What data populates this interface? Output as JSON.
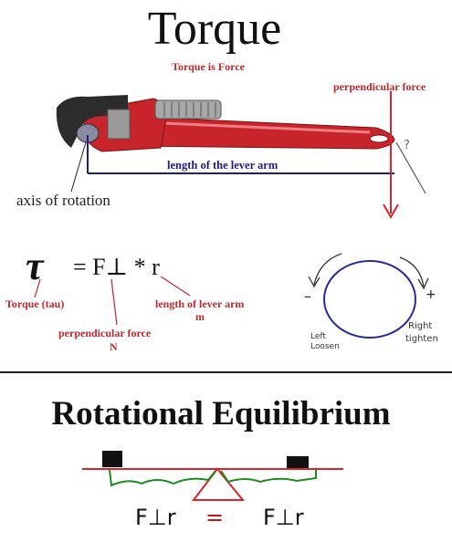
{
  "header": {
    "title": "Torque",
    "subtitle": "Torque is Force"
  },
  "wrench_diagram": {
    "perpendicular_force_label": "perpendicular force",
    "lever_arm_label": "length of the lever arm",
    "question_mark": "?",
    "axis_label": "axis of rotation",
    "colors": {
      "wrench_red": "#c8242b",
      "lever_line": "#1e1e7e",
      "force_arrow": "#d62828"
    }
  },
  "formula": {
    "symbol": "τ",
    "rhs": "= F⊥ * r",
    "torque_label": "Torque (tau)",
    "perp_force_label": "perpendicular force",
    "perp_force_unit": "N",
    "lever_length_label": "length of lever arm",
    "lever_length_unit": "m"
  },
  "rotation_sketch": {
    "minus_sign": "–",
    "plus_sign": "+",
    "left_word": "Left",
    "loosen_word": "Loosen",
    "right_word": "Right",
    "tighten_word": "tighten",
    "circle_color": "#2a2a9a"
  },
  "equilibrium": {
    "title": "Rotational Equilibrium",
    "left_expr": "F⊥r",
    "equals_sign": "=",
    "right_expr": "F⊥r",
    "colors": {
      "beam": "#e0232a",
      "fulcrum": "#e0232a",
      "lever_scribble": "#1f8a1f",
      "blocks": "#111111"
    }
  }
}
